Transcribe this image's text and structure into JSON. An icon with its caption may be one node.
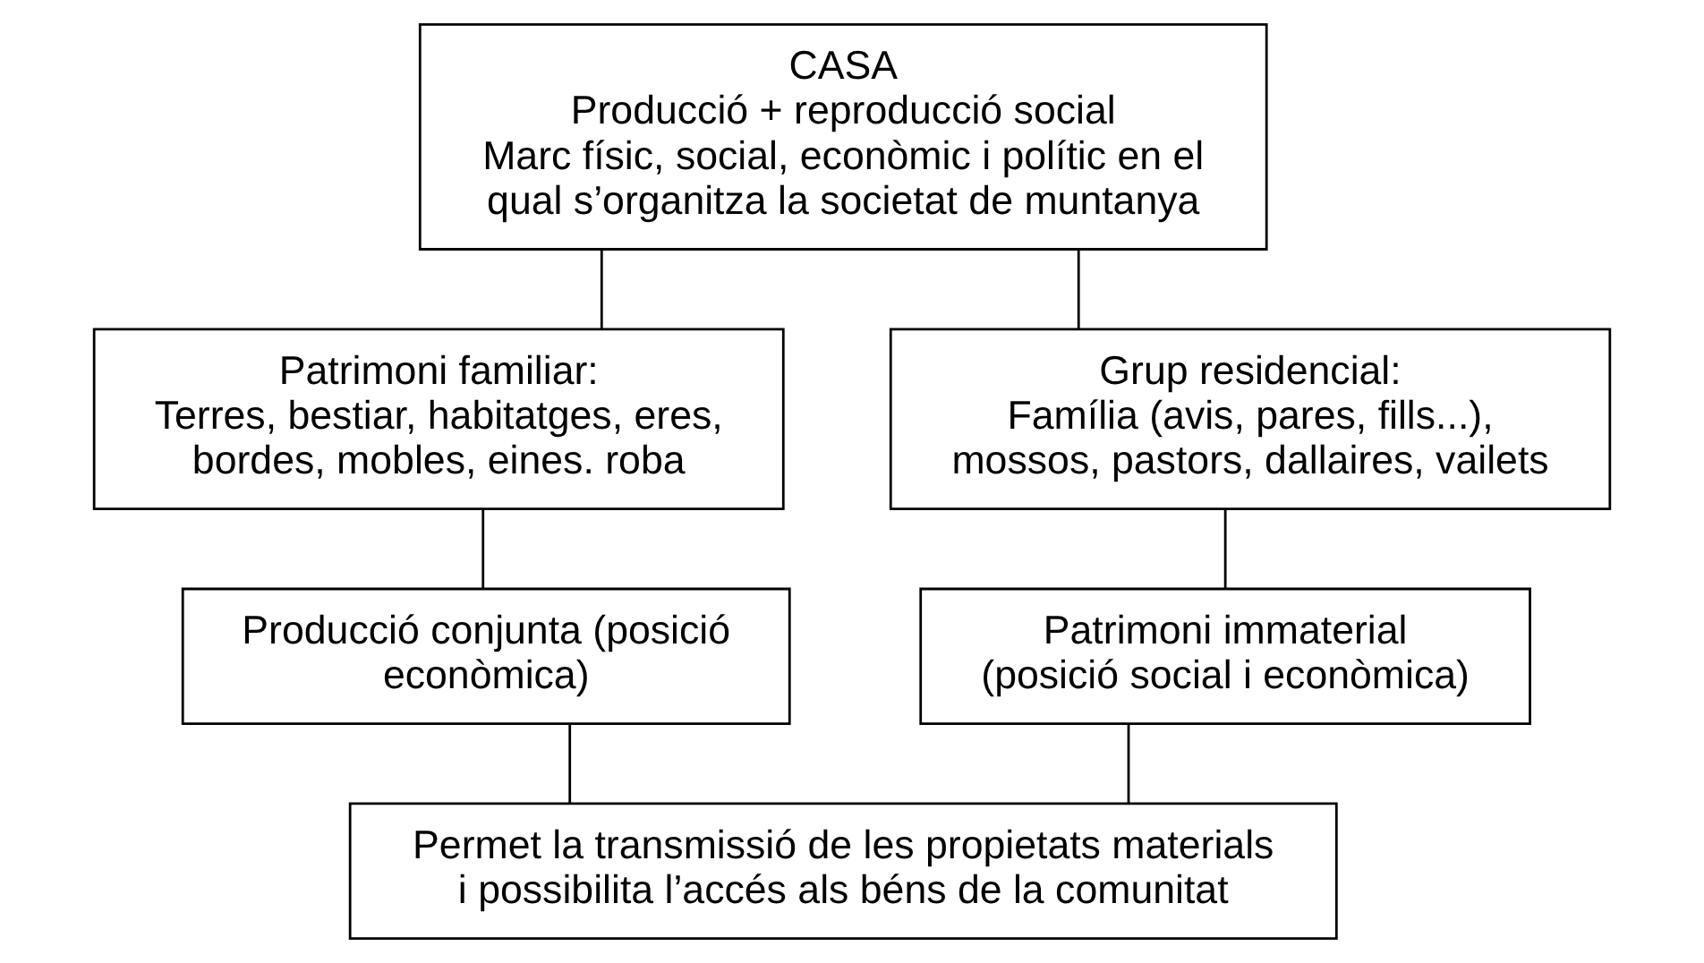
{
  "diagram": {
    "nodes": [
      {
        "text": [
          "CASA",
          "Producció + reproducció social",
          "Marc físic, social, econòmic i polític en el qual s’organitza la societat de muntanya"
        ]
      },
      {
        "text": [
          "Patrimoni familiar:",
          "Terres, bestiar, habitatges, eres, bordes, mobles, eines. roba"
        ]
      },
      {
        "text": [
          "Grup residencial:",
          "Família (avis, pares, fills...), mossos, pastors, dallaires, vailets"
        ]
      },
      {
        "text": [
          "Producció conjunta (posició econòmica)"
        ]
      },
      {
        "text": [
          "Patrimoni immaterial (posició social i econòmica)"
        ]
      },
      {
        "text": [
          "Permet la transmissió de les propietats materials i possibilita l’accés als béns de la comunitat"
        ]
      }
    ],
    "edges": [
      {
        "from": 0,
        "to": 1,
        "arrow": "none"
      },
      {
        "from": 0,
        "to": 2,
        "arrow": "none"
      },
      {
        "from": 1,
        "to": 3,
        "arrow": "none"
      },
      {
        "from": 2,
        "to": 4,
        "arrow": "none"
      },
      {
        "from": 3,
        "to": 5,
        "arrow": "none"
      },
      {
        "from": 4,
        "to": 5,
        "arrow": "none"
      }
    ]
  }
}
